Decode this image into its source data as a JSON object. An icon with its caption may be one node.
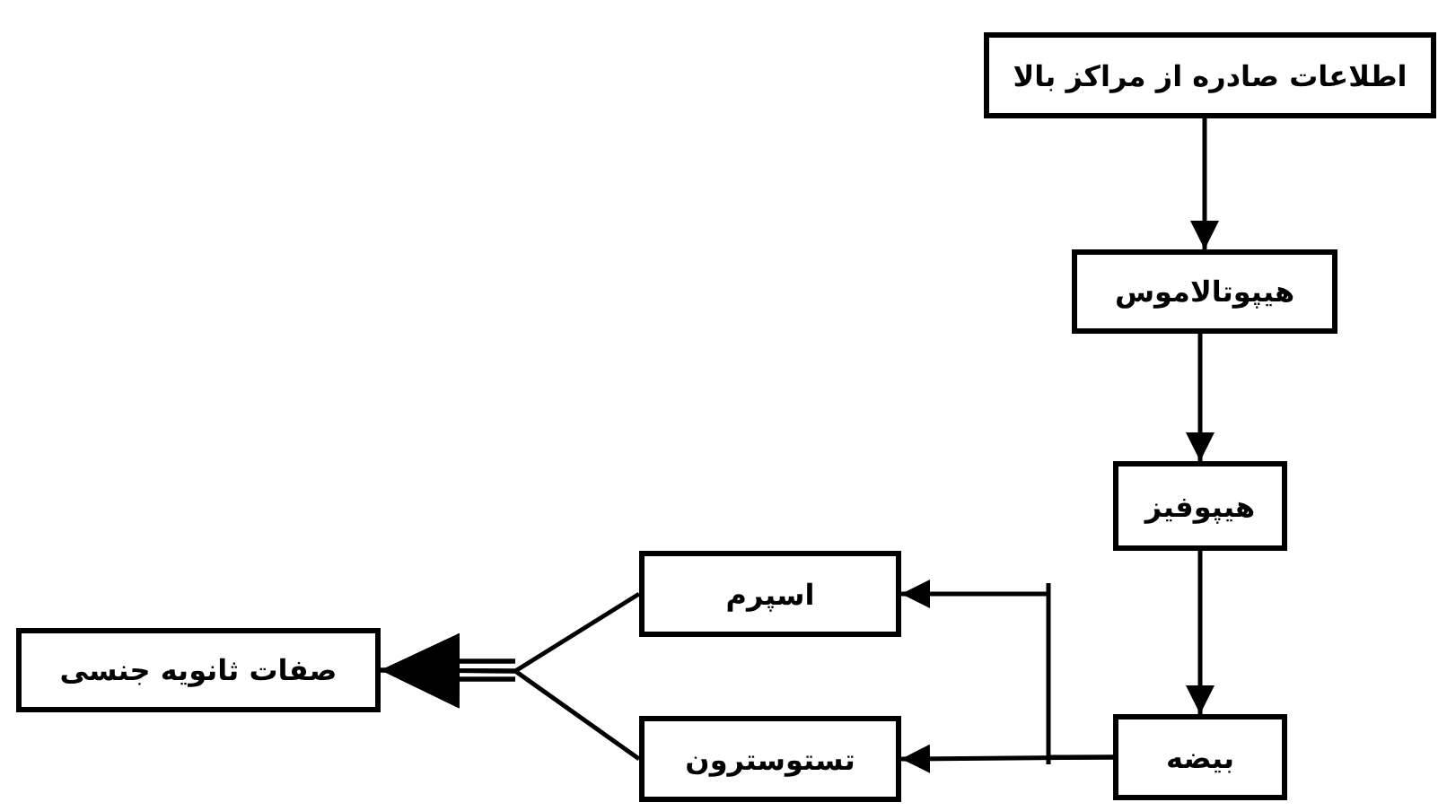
{
  "diagram": {
    "nodes": [
      {
        "text": [
          "اطلاعات صادره از مراکز بالا"
        ]
      },
      {
        "text": [
          "هیپوتالاموس"
        ]
      },
      {
        "text": [
          "هیپوفیز"
        ]
      },
      {
        "text": [
          "بیضه"
        ]
      },
      {
        "text": [
          "اسپرم"
        ]
      },
      {
        "text": [
          "تستوسترون"
        ]
      },
      {
        "text": [
          "صفات ثانویه جنسی"
        ]
      }
    ],
    "edges": [
      {
        "from": 0,
        "to": 1,
        "arrow": "to"
      },
      {
        "from": 1,
        "to": 2,
        "arrow": "to"
      },
      {
        "from": 2,
        "to": 3,
        "arrow": "to"
      },
      {
        "from": 3,
        "to": 4,
        "arrow": "to"
      },
      {
        "from": 3,
        "to": 5,
        "arrow": "to"
      },
      {
        "from": 4,
        "to": 6,
        "arrow": "to"
      },
      {
        "from": 5,
        "to": 6,
        "arrow": "to"
      }
    ]
  }
}
